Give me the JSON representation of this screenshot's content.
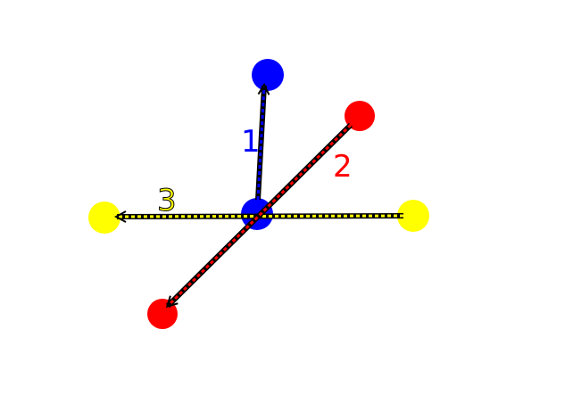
{
  "colors": {
    "blue": "#0000ff",
    "red": "#ff0000",
    "yellow": "#ffff00",
    "outline": "#000000",
    "background": "#ffffff"
  },
  "arrows": [
    {
      "label": "1",
      "color": "blue"
    },
    {
      "label": "2",
      "color": "red"
    },
    {
      "label": "3",
      "color": "yellow"
    }
  ]
}
